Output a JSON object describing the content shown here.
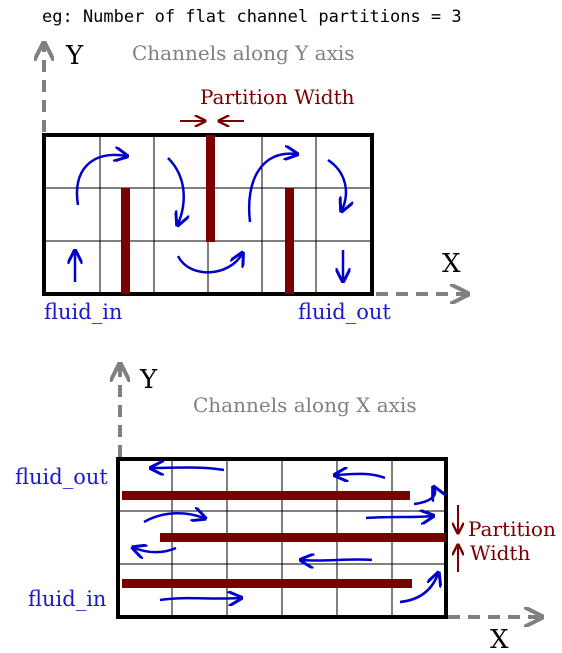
{
  "caption": "eg: Number of flat channel partitions = 3",
  "top_diagram": {
    "title": "Channels along Y axis",
    "axis_y": "Y",
    "axis_x": "X",
    "partition_label": "Partition Width",
    "inlet": "fluid_in",
    "outlet": "fluid_out"
  },
  "bottom_diagram": {
    "title": "Channels along X axis",
    "axis_y": "Y",
    "axis_x": "X",
    "partition_label_line1": "Partition",
    "partition_label_line2": "Width",
    "inlet": "fluid_in",
    "outlet": "fluid_out"
  },
  "colors": {
    "partition": "#7a0000",
    "flow_arrow": "#0000cc",
    "axis": "#808080",
    "frame": "#000000",
    "label_blue": "#1a1acc",
    "title_gray": "#808080"
  }
}
